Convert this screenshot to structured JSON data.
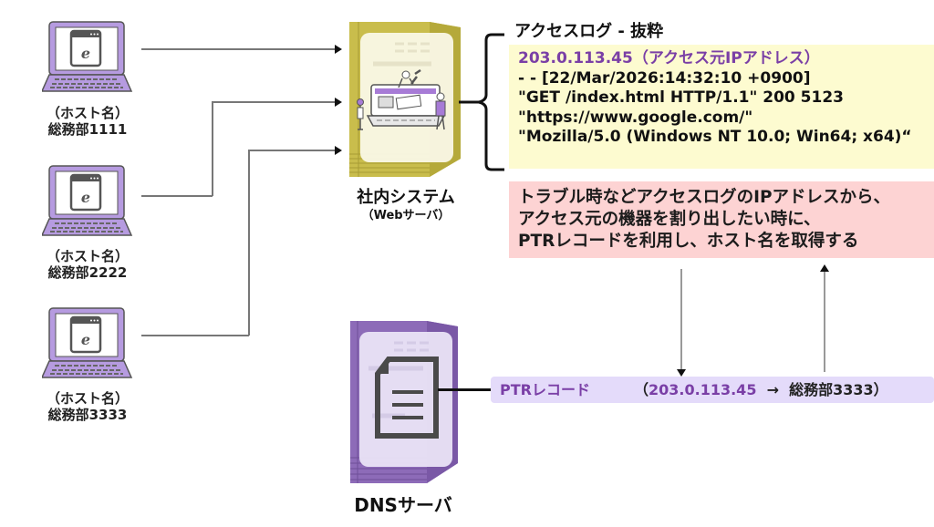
{
  "hosts": [
    {
      "prefix": "（ホスト名）",
      "name": "総務部1111",
      "icon": "laptop-browser-icon"
    },
    {
      "prefix": "（ホスト名）",
      "name": "総務部2222",
      "icon": "laptop-browser-icon"
    },
    {
      "prefix": "（ホスト名）",
      "name": "総務部3333",
      "icon": "laptop-browser-icon"
    }
  ],
  "web_server": {
    "label": "社内システム",
    "sublabel": "（Webサーバ）",
    "icon": "web-server-maintenance-icon",
    "color": "#c9bd4c"
  },
  "dns_server": {
    "label": "DNSサーバ",
    "icon": "dns-server-document-icon",
    "color": "#8d6bb8"
  },
  "access_log": {
    "title": "アクセスログ - 抜粋",
    "ip_line": "203.0.113.45（アクセス元IPアドレス）",
    "lines": [
      "- - [22/Mar/2026:14:32:10 +0900]",
      "\"GET /index.html HTTP/1.1\" 200 5123",
      "\"https://www.google.com/\"",
      "\"Mozilla/5.0 (Windows NT 10.0; Win64; x64)“"
    ],
    "bg_color": "#fdfbd0"
  },
  "note": {
    "lines": [
      "トラブル時などアクセスログのIPアドレスから、",
      "アクセス元の機器を割り出したい時に、",
      "PTRレコードを利用し、ホスト名を取得する"
    ],
    "bg_color": "#fdd3d3"
  },
  "ptr_record": {
    "label": "PTRレコード",
    "open": "（",
    "ip": "203.0.113.45",
    "arrow": "→",
    "host": "総務部3333）",
    "bg_color": "#e4dbfa"
  },
  "colors": {
    "accent_purple": "#7a3fa6",
    "laptop_purple": "#b69be0"
  }
}
